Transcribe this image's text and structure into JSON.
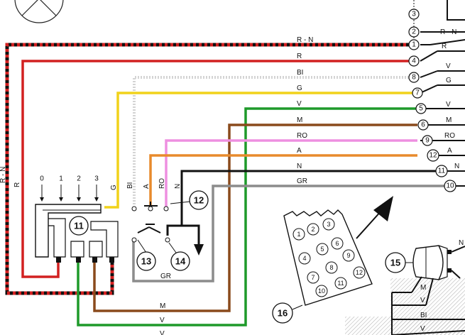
{
  "wires": {
    "rn": "R - N",
    "r": "R",
    "bi": "BI",
    "g": "G",
    "v": "V",
    "m": "M",
    "ro": "RO",
    "a": "A",
    "n": "N",
    "gr": "GR"
  },
  "right_wires": {
    "rn": "R - N",
    "r": "R",
    "v": "V",
    "g": "G",
    "v2": "V",
    "m": "M",
    "ro": "RO",
    "a": "A",
    "n": "N"
  },
  "terminals": [
    "3",
    "2",
    "1",
    "4",
    "8",
    "7",
    "5",
    "6",
    "9",
    "12",
    "11",
    "10"
  ],
  "switch_positions": [
    "0",
    "1",
    "2",
    "3"
  ],
  "vertical_labels": {
    "rn": "R - N",
    "r": "R",
    "g": "G",
    "bi": "BI",
    "a": "A",
    "ro": "RO",
    "n": "N"
  },
  "callouts": {
    "c11": "11",
    "c12": "12",
    "c13": "13",
    "c14": "14",
    "c15": "15",
    "c16": "16"
  },
  "lower_labels": {
    "gr": "GR",
    "m": "M",
    "v": "V",
    "v_bottom": "V"
  },
  "lower_right_labels": {
    "n": "N",
    "m": "M",
    "v": "V",
    "bi": "BI",
    "v2": "V"
  },
  "connector_pins": [
    "1",
    "2",
    "3",
    "4",
    "5",
    "6",
    "7",
    "8",
    "9",
    "10",
    "11",
    "12"
  ],
  "colors": {
    "red": "#d22020",
    "black": "#111111",
    "yellow": "#f1d21a",
    "white_wire": "#ebebeb",
    "green": "#1e9a2a",
    "brown": "#8a4a1c",
    "pink": "#ee8fe0",
    "orange": "#e88a2c",
    "grey": "#8c8c8c"
  }
}
